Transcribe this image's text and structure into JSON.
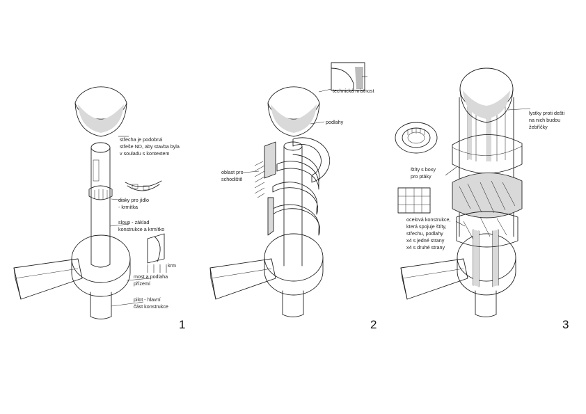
{
  "panels": [
    {
      "number": "1",
      "labels": [
        {
          "id": "roof",
          "lines": [
            "střecha je podobná",
            "střeše ND, aby stavba byla",
            "v souladu s kontextem"
          ]
        },
        {
          "id": "food-discs",
          "lines": [
            "disky pro jídlo",
            "- krmítka"
          ]
        },
        {
          "id": "pillar-base",
          "lines": [
            "sloup - základ",
            "konstrukce a krmítko"
          ]
        },
        {
          "id": "bridge-floor",
          "lines": [
            "most a podlaha",
            "přízemí"
          ]
        },
        {
          "id": "pile",
          "lines": [
            "pilot - hlavní",
            "část konstrukce"
          ]
        },
        {
          "id": "feeder-mini",
          "lines": [
            "krm"
          ]
        }
      ]
    },
    {
      "number": "2",
      "labels": [
        {
          "id": "tech-room",
          "lines": [
            "technická místnost"
          ]
        },
        {
          "id": "floors",
          "lines": [
            "podlahy"
          ]
        },
        {
          "id": "stair-area",
          "lines": [
            "oblast pro",
            "schodiště"
          ]
        }
      ]
    },
    {
      "number": "3",
      "labels": [
        {
          "id": "rain-slats",
          "lines": [
            "lystky proti dešti",
            "na nich budou",
            "žebříčky"
          ]
        },
        {
          "id": "shields-boxes",
          "lines": [
            "štíty s boxy",
            "pro ptáky"
          ]
        },
        {
          "id": "steel-frame",
          "lines": [
            "ocelová konstrukce,",
            "která spojuje štíty,",
            "střechu, podlahy",
            "x4 s jedné strany",
            "x4 s druhé strany"
          ]
        }
      ]
    }
  ],
  "colors": {
    "ink": "#222222",
    "shade": "#d9d9d9",
    "paper": "#ffffff"
  }
}
